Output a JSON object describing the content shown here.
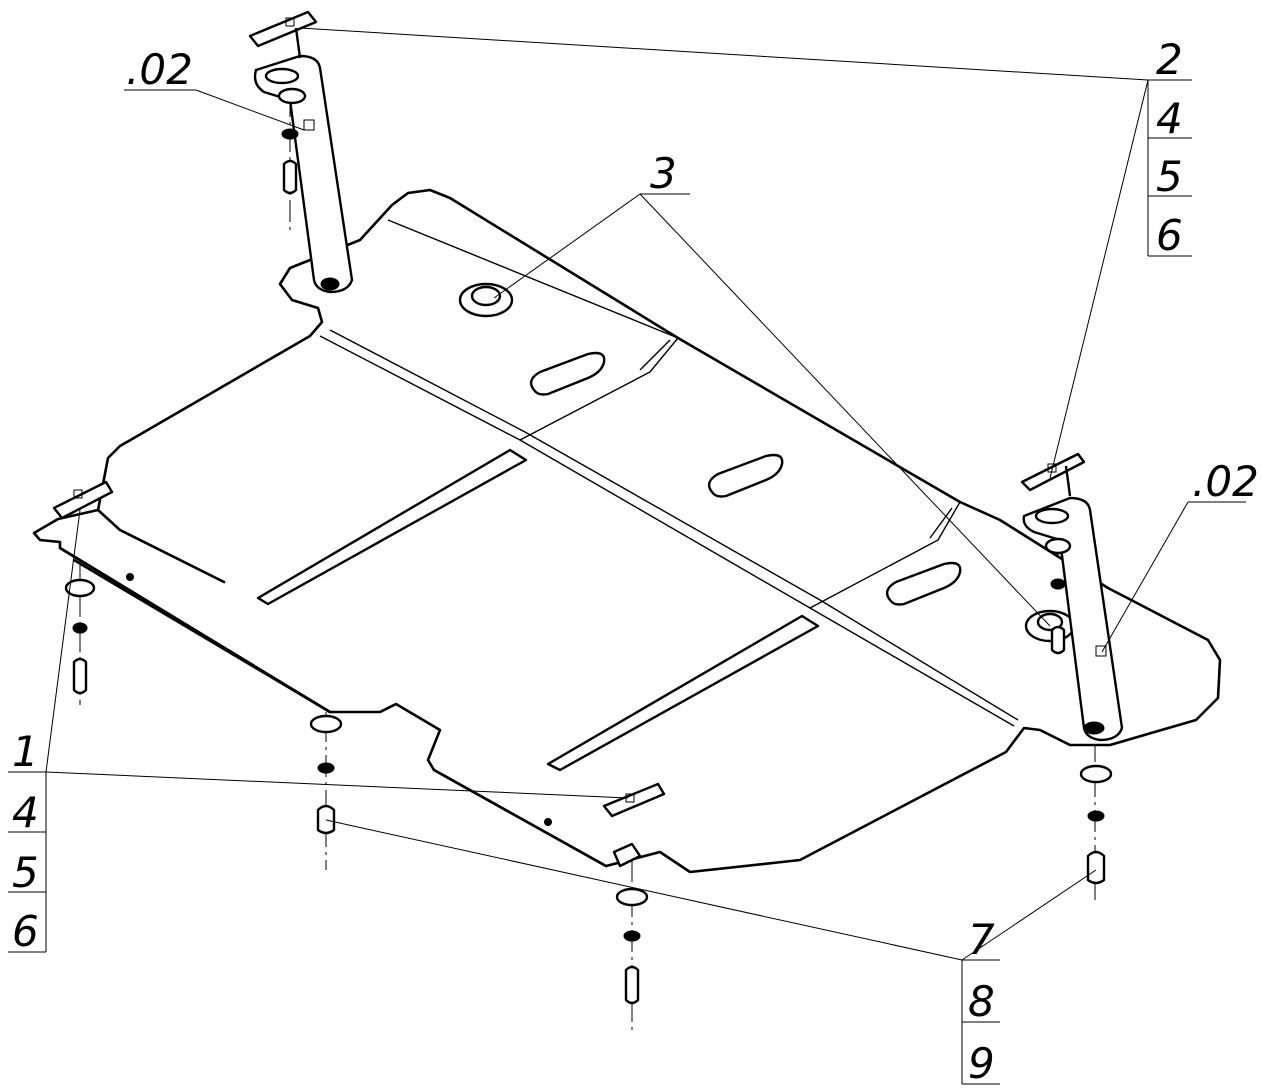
{
  "callouts": {
    "ref_02_left": ".02",
    "ref_02_right": ".02",
    "top_right": [
      "2",
      "4",
      "5",
      "6"
    ],
    "center": "3",
    "left": [
      "1",
      "4",
      "5",
      "6"
    ],
    "bottom_right": [
      "7",
      "8",
      "9"
    ]
  }
}
